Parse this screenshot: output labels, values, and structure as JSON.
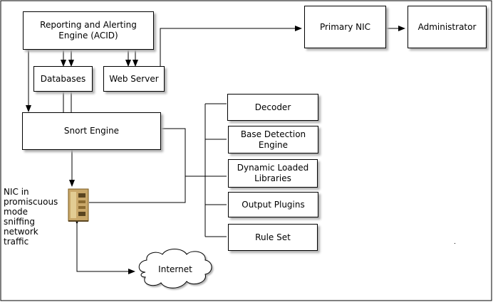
{
  "diagram": {
    "nodes": {
      "acid": "Reporting and Alerting\nEngine (ACID)",
      "databases": "Databases",
      "web_server": "Web Server",
      "snort_engine": "Snort Engine",
      "primary_nic": "Primary NIC",
      "administrator": "Administrator",
      "decoder": "Decoder",
      "base_detection": "Base Detection\nEngine",
      "dynamic_libraries": "Dynamic Loaded\nLibraries",
      "output_plugins": "Output Plugins",
      "rule_set": "Rule Set",
      "internet": "Internet"
    },
    "nic_label": "NIC in\npromiscuous\nmode\nsniffing\nnetwork\ntraffic"
  }
}
